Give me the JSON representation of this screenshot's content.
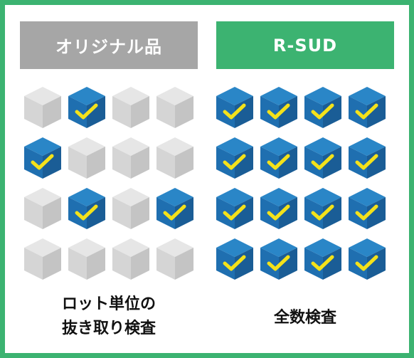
{
  "left_panel": {
    "header": "オリジナル品",
    "caption_lines": [
      "ロット単位の",
      "抜き取り検査"
    ],
    "grid": [
      [
        false,
        true,
        false,
        false
      ],
      [
        true,
        false,
        false,
        false
      ],
      [
        false,
        true,
        false,
        true
      ],
      [
        false,
        false,
        false,
        false
      ]
    ]
  },
  "right_panel": {
    "header": "R-SUD",
    "caption_lines": [
      "全数検査"
    ],
    "grid": [
      [
        true,
        true,
        true,
        true
      ],
      [
        true,
        true,
        true,
        true
      ],
      [
        true,
        true,
        true,
        true
      ],
      [
        true,
        true,
        true,
        true
      ]
    ]
  },
  "colors": {
    "border": "#3cb371",
    "left_header": "#a6a6a6",
    "right_header": "#3cb371",
    "checked_cube_top": "#2a86c7",
    "checked_cube_left": "#1f6fb0",
    "checked_cube_right": "#1a5d96",
    "unchecked_cube_top": "#e6e6e6",
    "unchecked_cube_left": "#d5d5d5",
    "unchecked_cube_right": "#c4c4c4",
    "checkmark": "#f4e21a"
  },
  "icons": {
    "checked_cube": "blue-cube-with-check-icon",
    "unchecked_cube": "gray-cube-icon"
  }
}
